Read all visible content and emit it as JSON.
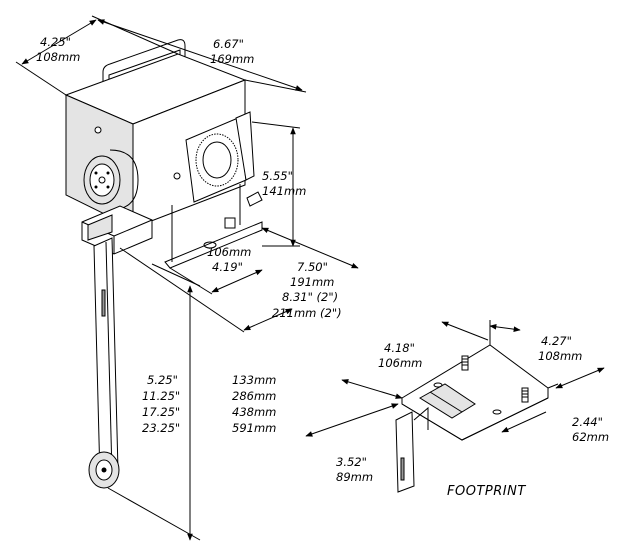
{
  "main_unit": {
    "depth": {
      "in": "4.25\"",
      "mm": "108mm"
    },
    "width": {
      "in": "6.67\"",
      "mm": "169mm"
    },
    "height": {
      "in": "5.55\"",
      "mm": "141mm"
    },
    "base_width": {
      "mm": "106mm",
      "in": "4.19\""
    },
    "base_length": {
      "in": "7.50\"",
      "mm": "191mm"
    },
    "overall_length": {
      "in": "8.31\" (2\")",
      "mm": "211mm (2\")"
    },
    "arm_lengths": [
      {
        "in": "5.25\"",
        "mm": "133mm"
      },
      {
        "in": "11.25\"",
        "mm": "286mm"
      },
      {
        "in": "17.25\"",
        "mm": "438mm"
      },
      {
        "in": "23.25\"",
        "mm": "591mm"
      }
    ]
  },
  "footprint": {
    "caption": "FOOTPRINT",
    "width": {
      "in": "4.18\"",
      "mm": "106mm"
    },
    "depth": {
      "in": "4.27\"",
      "mm": "108mm"
    },
    "offset": {
      "in": "2.44\"",
      "mm": "62mm"
    },
    "length": {
      "in": "3.52\"",
      "mm": "89mm"
    }
  }
}
